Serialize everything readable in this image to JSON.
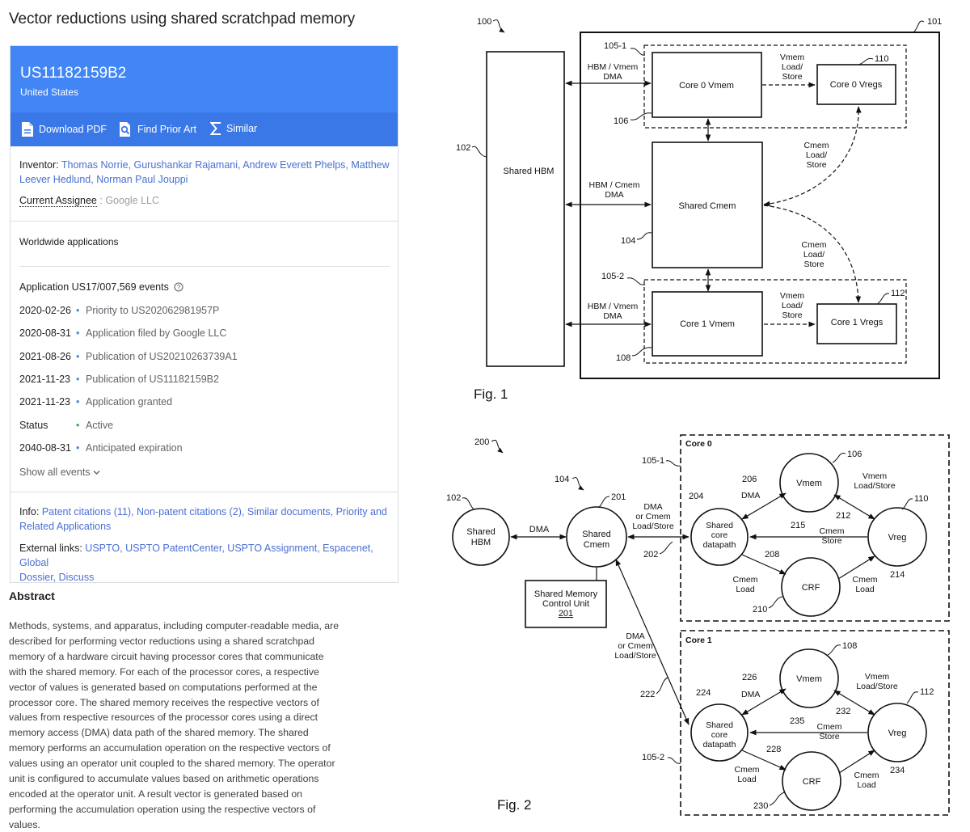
{
  "title": "Vector reductions using shared scratchpad memory",
  "publication": {
    "number": "US11182159B2",
    "country": "United States"
  },
  "actions": {
    "download": "Download PDF",
    "prior_art": "Find Prior Art",
    "similar": "Similar"
  },
  "inventor": {
    "label": "Inventor:",
    "line1": "Thomas Norrie, Gurushankar Rajamani, Andrew Everett Phelps, Matthew",
    "line2": "Leever Hedlund, Norman Paul Jouppi"
  },
  "assignee": {
    "label": "Current Assignee",
    "sep": " : ",
    "value": "Google LLC"
  },
  "worldwide": "Worldwide applications",
  "application": {
    "heading": "Application US17/007,569 events"
  },
  "events": [
    {
      "date": "2020-02-26",
      "text": "Priority to US202062981957P"
    },
    {
      "date": "2020-08-31",
      "text": "Application filed by Google LLC"
    },
    {
      "date": "2021-08-26",
      "text": "Publication of US20210263739A1"
    },
    {
      "date": "2021-11-23",
      "text": "Publication of US11182159B2"
    },
    {
      "date": "2021-11-23",
      "text": "Application granted"
    },
    {
      "date": "Status",
      "text": "Active"
    },
    {
      "date": "2040-08-31",
      "text": "Anticipated expiration"
    }
  ],
  "show_all": "Show all events",
  "info": {
    "label": "Info:",
    "line1": "Patent citations (11), Non-patent citations (2), Similar documents, Priority and",
    "line2": "Related Applications"
  },
  "external": {
    "label": "External links:",
    "line1": "USPTO, USPTO PatentCenter, USPTO Assignment, Espacenet, Global",
    "line2": "Dossier, Discuss"
  },
  "abstract": {
    "heading": "Abstract",
    "text": "Methods, systems, and apparatus, including computer-readable media, are described for performing vector reductions using a shared scratchpad memory of a hardware circuit having processor cores that communicate with the shared memory. For each of the processor cores, a respective vector of values is generated based on computations performed at the processor core. The shared memory receives the respective vectors of values from respective resources of the processor cores using a direct memory access (DMA) data path of the shared memory. The shared memory performs an accumulation operation on the respective vectors of values using an operator unit coupled to the shared memory. The operator unit is configured to accumulate values based on arithmetic operations encoded at the operator unit. A result vector is generated based on performing the accumulation operation using the respective vectors of values."
  },
  "icons": {
    "download": "pdf-file-icon",
    "prior_art": "search-doc-icon",
    "similar": "sigma-icon",
    "help": "help-circle-icon",
    "expand": "chevron-down-icon"
  },
  "colors": {
    "header": "#4285f4",
    "bar": "#3b78e7",
    "link": "#4a6fd3"
  },
  "fig1": {
    "caption": "Fig. 1",
    "ref_100": "100",
    "ref_101": "101",
    "ref_102": "102",
    "ref_104": "104",
    "ref_105_1": "105-1",
    "ref_105_2": "105-2",
    "ref_106": "106",
    "ref_108": "108",
    "ref_110": "110",
    "ref_112": "112",
    "shared_hbm": "Shared HBM",
    "core0_vmem": "Core 0 Vmem",
    "core0_vregs": "Core 0 Vregs",
    "core1_vmem": "Core 1 Vmem",
    "core1_vregs": "Core 1 Vregs",
    "shared_cmem": "Shared Cmem",
    "hbm_vmem_1": "HBM / Vmem",
    "dma": "DMA",
    "hbm_cmem_1": "HBM / Cmem",
    "vmem_1": "Vmem",
    "load_1": "Load/",
    "store": "Store",
    "cmem_1": "Cmem"
  },
  "fig2": {
    "caption": "Fig. 2",
    "ref_200": "200",
    "ref_102": "102",
    "ref_104": "104",
    "ref_201": "201",
    "ref_202": "202",
    "ref_105_1": "105-1",
    "ref_105_2": "105-2",
    "ref_106": "106",
    "ref_108": "108",
    "ref_110": "110",
    "ref_112": "112",
    "ref_204": "204",
    "ref_206": "206",
    "ref_208": "208",
    "ref_210": "210",
    "ref_212": "212",
    "ref_214": "214",
    "ref_215": "215",
    "ref_222": "222",
    "ref_224": "224",
    "ref_226": "226",
    "ref_228": "228",
    "ref_230": "230",
    "ref_232": "232",
    "ref_234": "234",
    "ref_235": "235",
    "core0": "Core 0",
    "core1": "Core 1",
    "shared": "Shared",
    "hbm": "HBM",
    "cmem": "Cmem",
    "core": "core",
    "datapath": "datapath",
    "vmem": "Vmem",
    "vreg": "Vreg",
    "crf": "CRF",
    "dma": "DMA",
    "or_cmem": "or Cmem",
    "load_store": "Load/Store",
    "vmem_label": "Vmem",
    "cmem_label": "Cmem",
    "store": "Store",
    "load": "Load",
    "smcu_1": "Shared Memory",
    "smcu_2": "Control Unit",
    "smcu_ref": "201"
  }
}
